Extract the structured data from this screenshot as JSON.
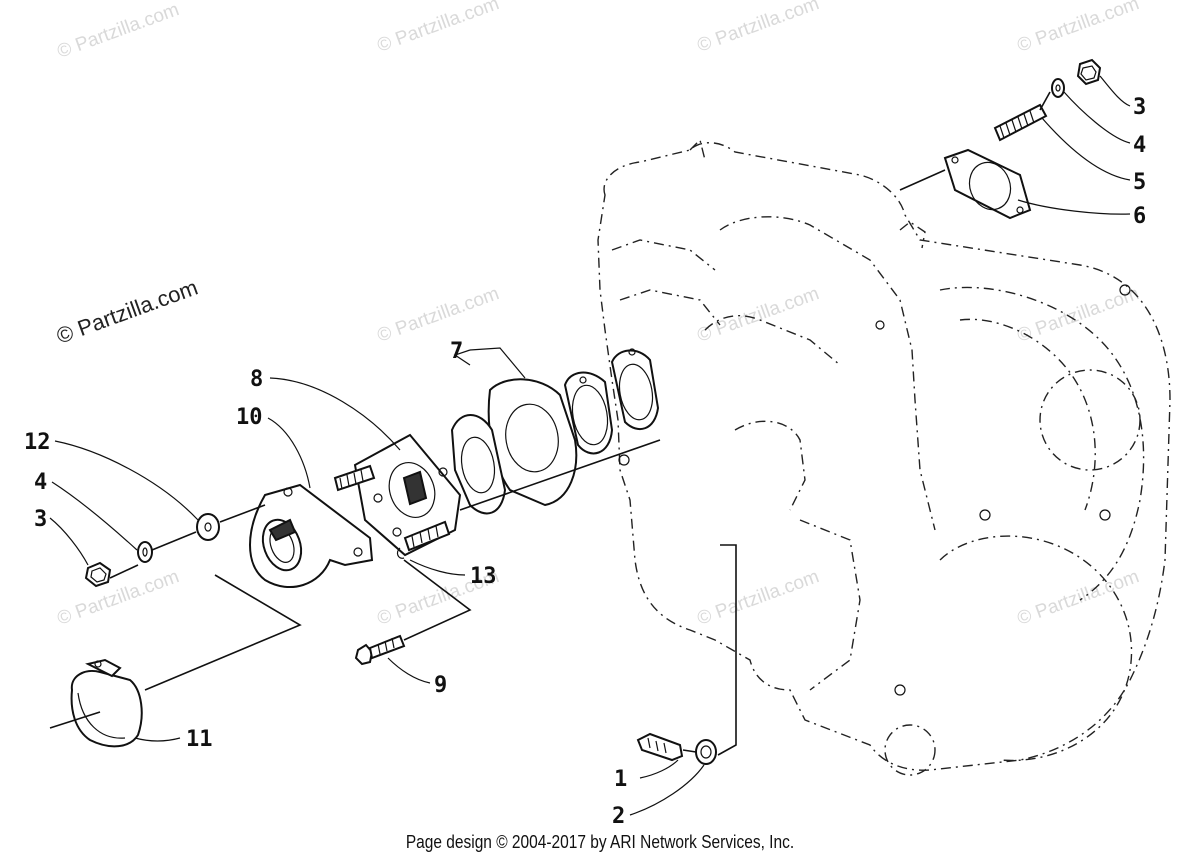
{
  "watermark": "© Partzilla.com",
  "footer": "Page design © 2004-2017 by ARI Network Services, Inc.",
  "callouts": {
    "c1": "1",
    "c2": "2",
    "c3a": "3",
    "c3b": "3",
    "c4a": "4",
    "c4b": "4",
    "c5": "5",
    "c6": "6",
    "c7": "7",
    "c8": "8",
    "c9": "9",
    "c10": "10",
    "c11": "11",
    "c12": "12",
    "c13": "13"
  }
}
